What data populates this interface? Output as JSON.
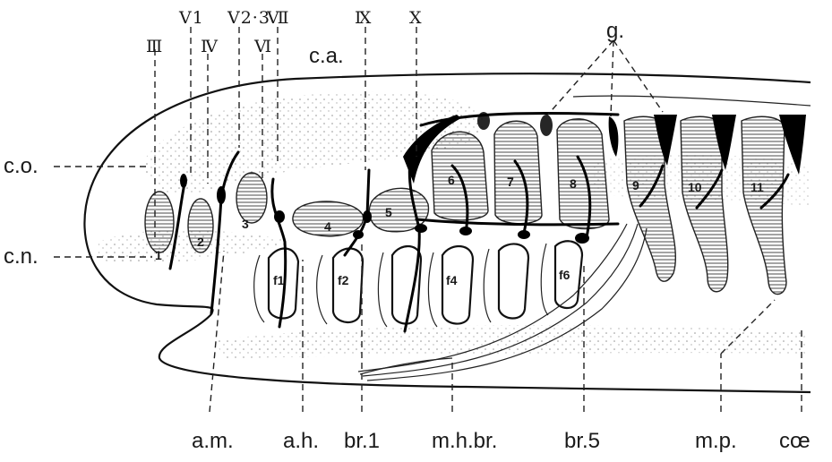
{
  "labels": {
    "nerves": {
      "III": "Ⅲ",
      "V1": "Ⅴ1",
      "IV": "Ⅳ",
      "V23": "Ⅴ2·3",
      "VI": "Ⅵ",
      "VII": "Ⅶ",
      "IX": "Ⅸ",
      "X": "Ⅹ"
    },
    "g": "g.",
    "ca": "c.a.",
    "co": "c.o.",
    "cn": "c.n.",
    "am": "a.m.",
    "ah": "a.h.",
    "br1": "br.1",
    "mhbr": "m.h.br.",
    "br5": "br.5",
    "mp": "m.p.",
    "coe": "cœ"
  },
  "somites": [
    "1",
    "2",
    "3",
    "4",
    "5",
    "6",
    "7",
    "8",
    "9",
    "10",
    "11"
  ],
  "clefts": [
    "f1",
    "f2",
    "f4",
    "f6"
  ]
}
